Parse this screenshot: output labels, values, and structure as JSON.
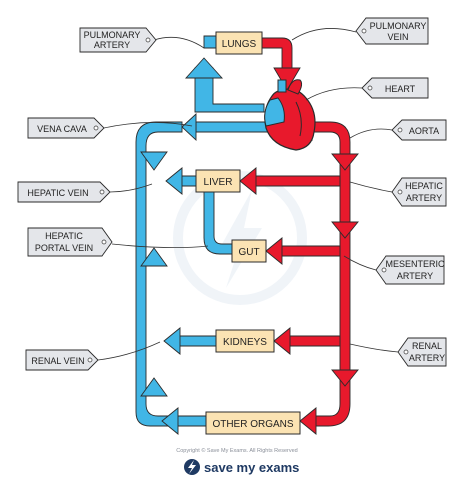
{
  "colors": {
    "oxygenated": "#e8192c",
    "deoxygenated": "#41b6e6",
    "organ_fill": "#fbe3b3",
    "tag_fill": "#e4e6ea",
    "outline": "#2b2b2b"
  },
  "organs": {
    "lungs": "LUNGS",
    "liver": "LIVER",
    "gut": "GUT",
    "kidneys": "KIDNEYS",
    "other_organs": "OTHER ORGANS"
  },
  "labels": {
    "pulmonary_artery": [
      "PULMONARY",
      "ARTERY"
    ],
    "pulmonary_vein": [
      "PULMONARY",
      "VEIN"
    ],
    "heart": [
      "HEART"
    ],
    "vena_cava": [
      "VENA CAVA"
    ],
    "aorta": [
      "AORTA"
    ],
    "hepatic_vein": [
      "HEPATIC VEIN"
    ],
    "hepatic_artery": [
      "HEPATIC",
      "ARTERY"
    ],
    "hepatic_portal_vein": [
      "HEPATIC",
      "PORTAL VEIN"
    ],
    "mesenteric_artery": [
      "MESENTERIC",
      "ARTERY"
    ],
    "renal_vein": [
      "RENAL VEIN"
    ],
    "renal_artery": [
      "RENAL",
      "ARTERY"
    ]
  },
  "footer": {
    "copyright": "Copyright © Save My Exams. All Rights Reserved",
    "brand": "save my exams",
    "logo_icon": "lightning-bolt-icon"
  }
}
